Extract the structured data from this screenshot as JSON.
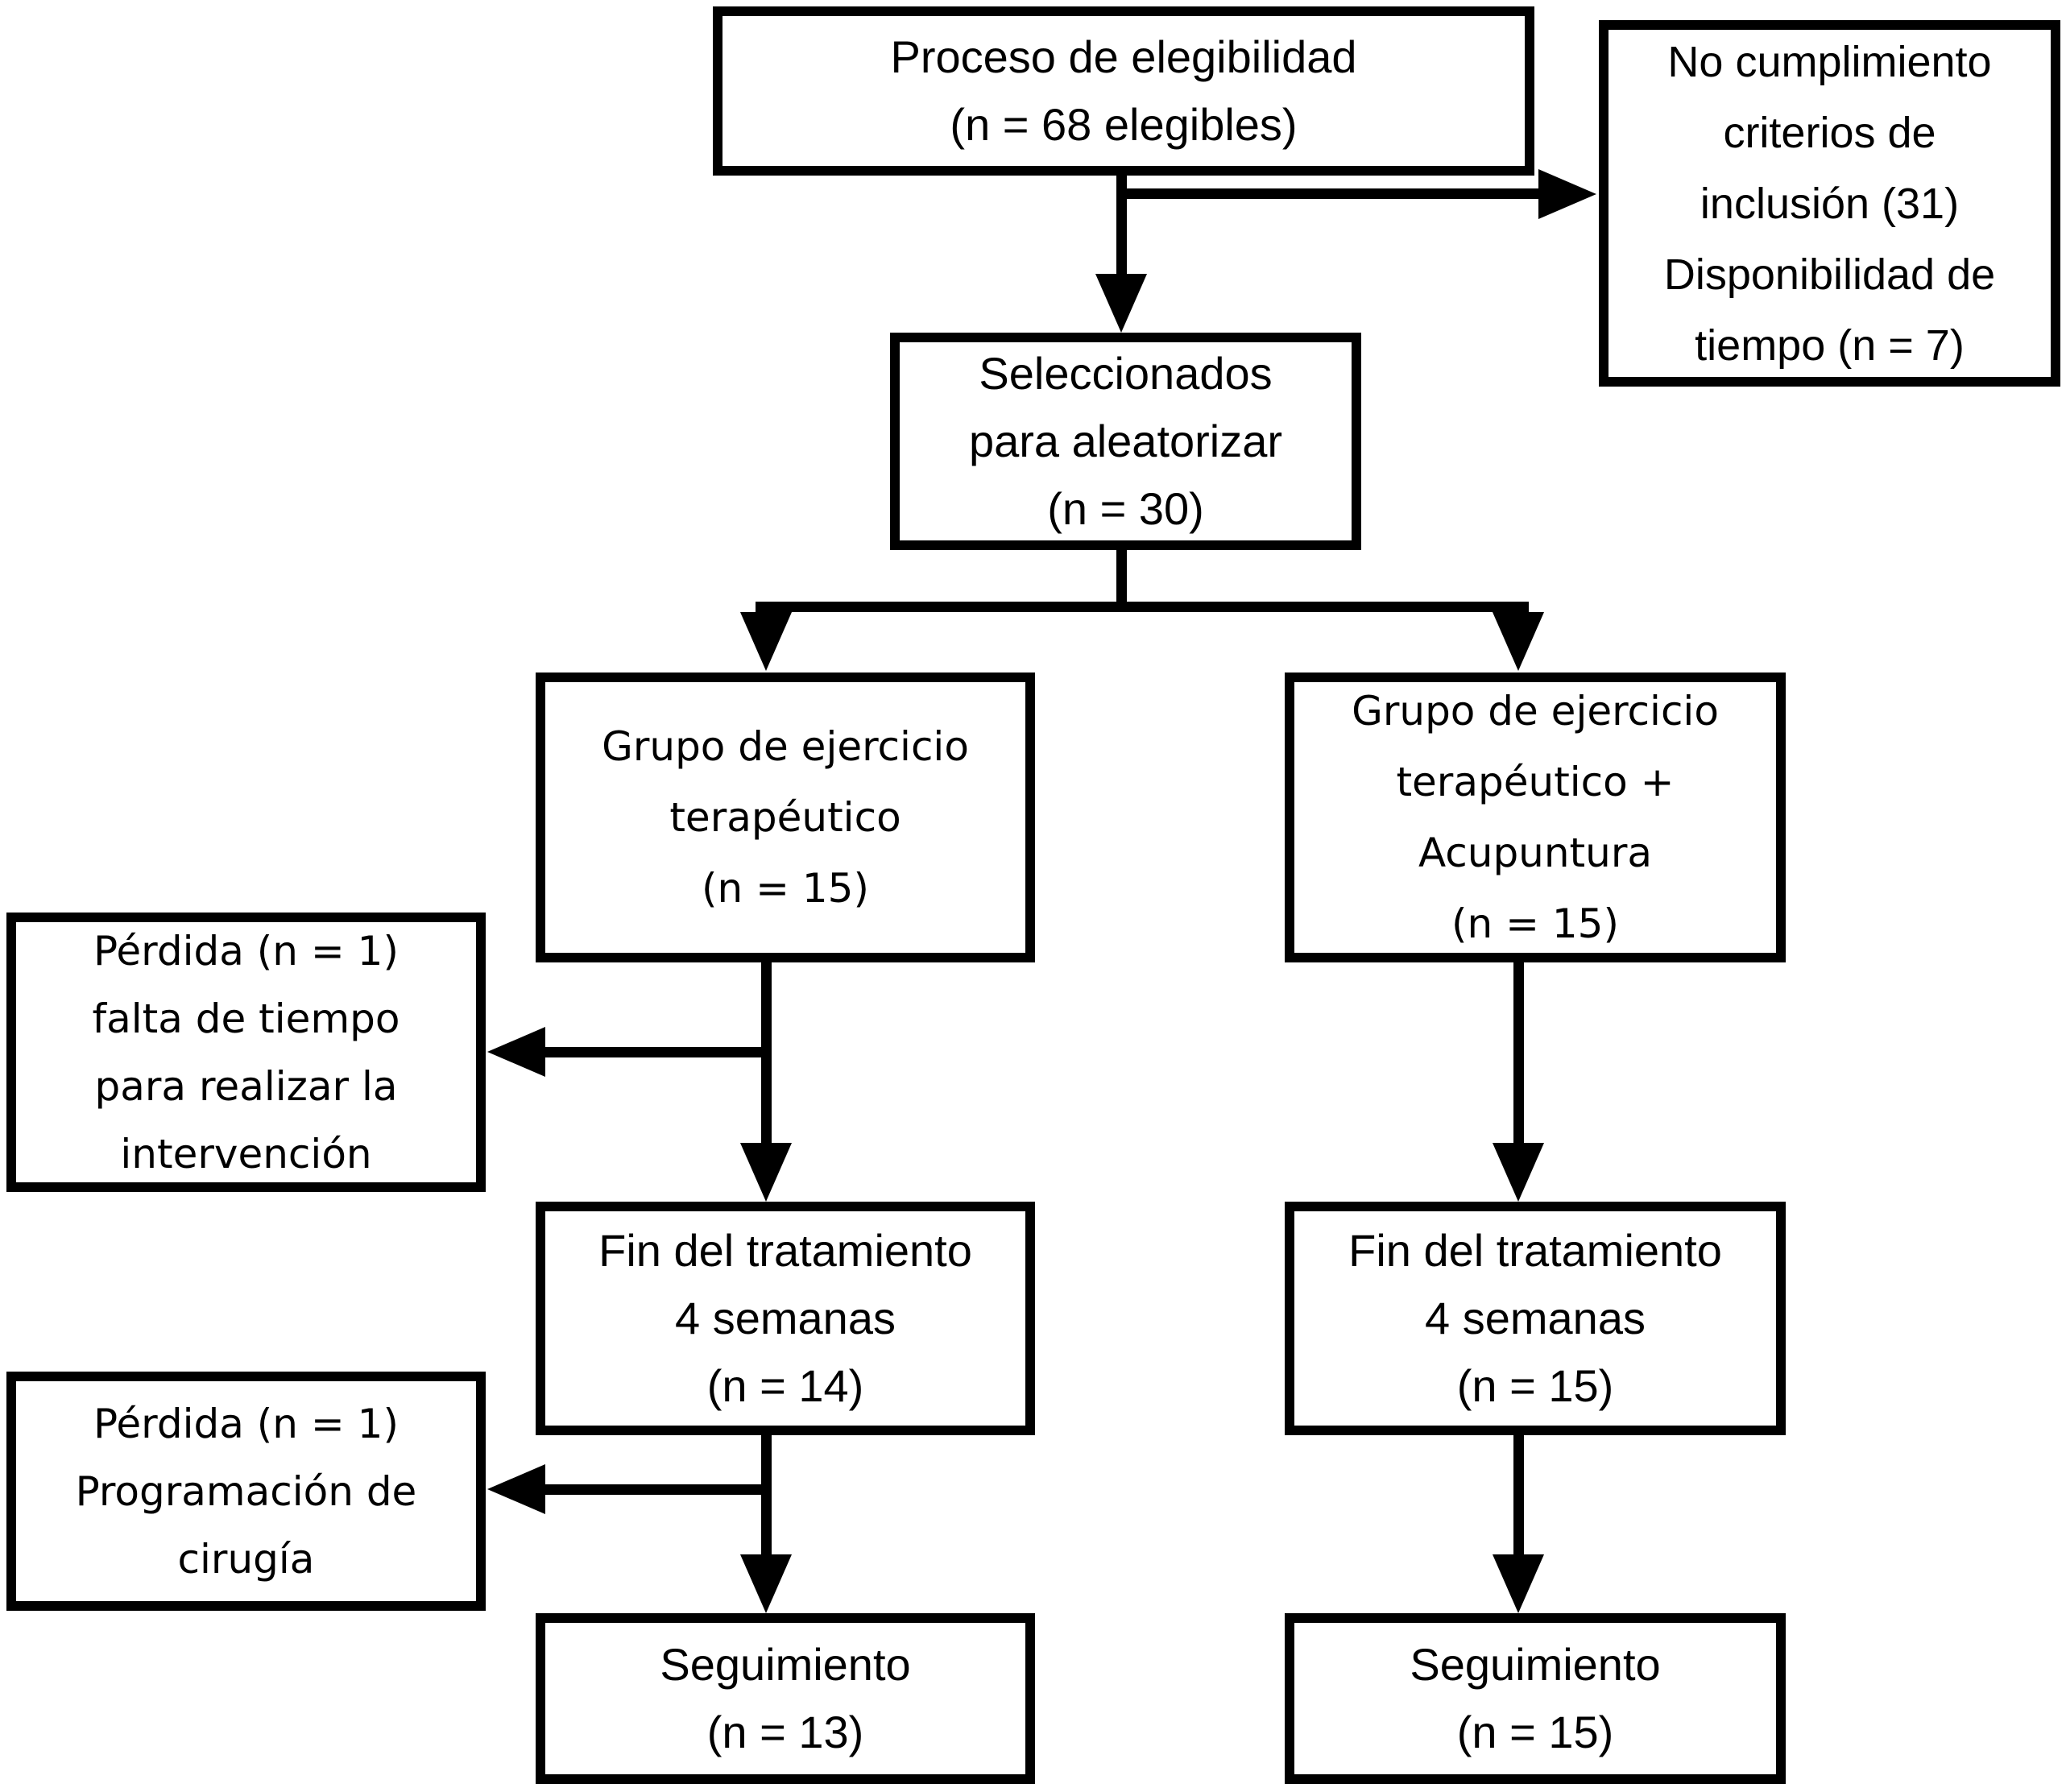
{
  "colors": {
    "stroke": "#000000",
    "background": "#ffffff",
    "box_background": "#ffffff"
  },
  "boxes": {
    "eligibility": {
      "text": "Proceso de elegibilidad\n(n = 68 elegibles)"
    },
    "exclusion": {
      "text": "No cumplimiento\ncriterios de\ninclusión (31)\nDisponibilidad de\ntiempo (n = 7)"
    },
    "selected": {
      "text": "Seleccionados\npara aleatorizar\n(n = 30)"
    },
    "group_exercise": {
      "text": "Grupo de ejercicio\nterapéutico\n(n = 15)"
    },
    "group_exercise_acupuncture": {
      "text": "Grupo de ejercicio\nterapéutico +\nAcupuntura\n(n = 15)"
    },
    "dropout_1": {
      "text": "Pérdida (n = 1)\nfalta de tiempo\npara realizar la\nintervención"
    },
    "end_treatment_left": {
      "text": "Fin del tratamiento\n4 semanas\n(n = 14)"
    },
    "end_treatment_right": {
      "text": "Fin del tratamiento\n4 semanas\n(n = 15)"
    },
    "dropout_2": {
      "text": "Pérdida (n = 1)\nProgramación de\ncirugía"
    },
    "followup_left": {
      "text": "Seguimiento\n(n = 13)"
    },
    "followup_right": {
      "text": "Seguimiento\n(n = 15)"
    }
  }
}
